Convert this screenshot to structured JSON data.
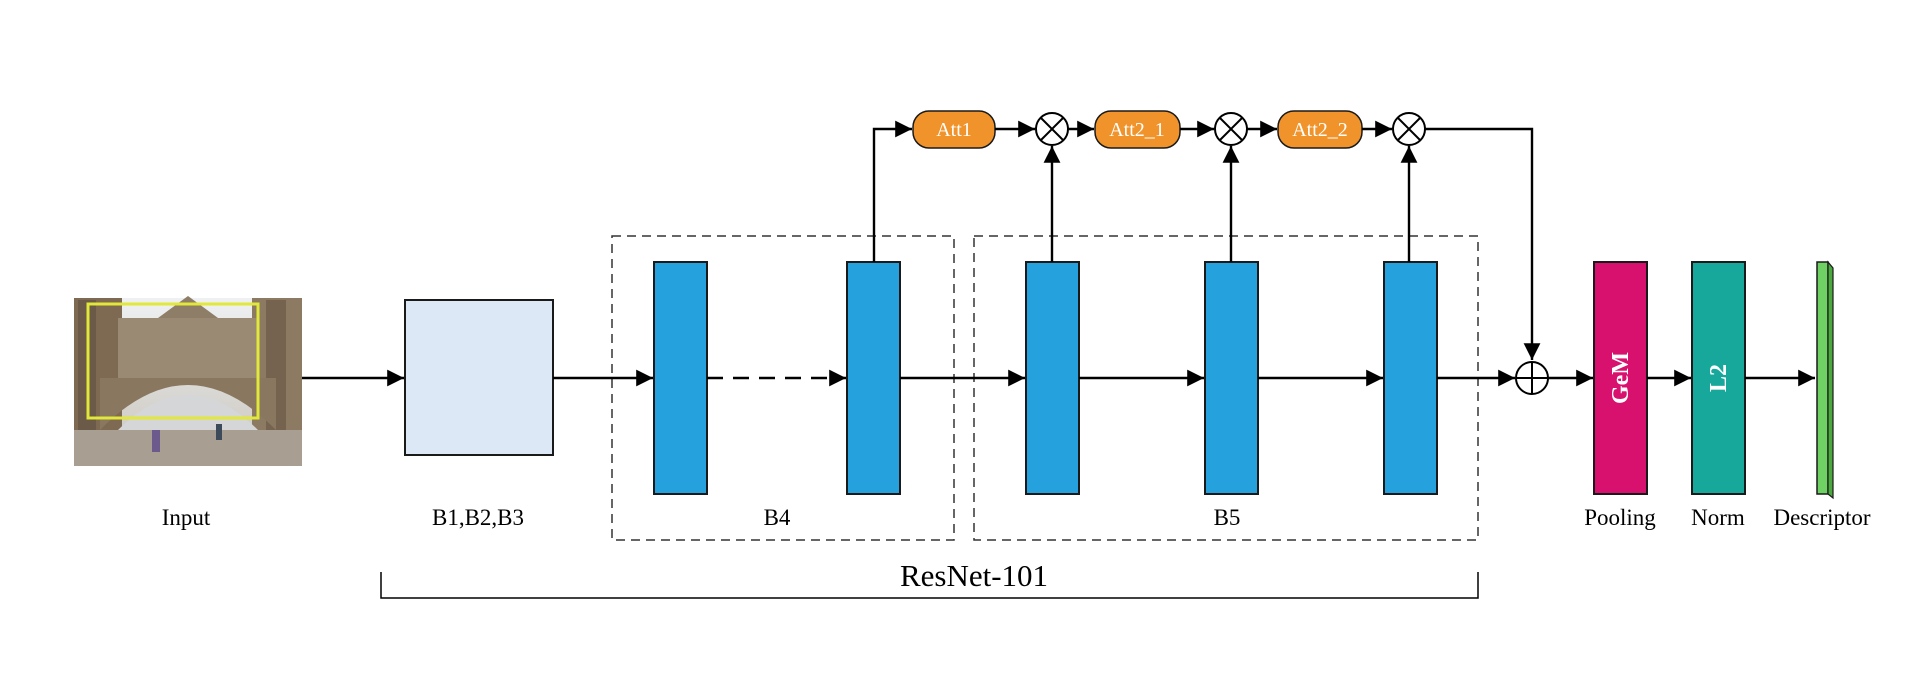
{
  "labels": {
    "input": "Input",
    "b123": "B1,B2,B3",
    "b4": "B4",
    "b5": "B5",
    "resnet": "ResNet-101",
    "pooling": "Pooling",
    "norm": "Norm",
    "descriptor": "Descriptor"
  },
  "attention": {
    "att1": "Att1",
    "att2_1": "Att2_1",
    "att2_2": "Att2_2"
  },
  "heads": {
    "gem": "GeM",
    "l2": "L2"
  },
  "colors": {
    "resnet_block": "#25a1dd",
    "early_block": "#dce8f5",
    "attention": "#f0932b",
    "gem": "#d8106e",
    "norm": "#18a89b",
    "descriptor": "#6fd163",
    "input_frame": "#e2e83a"
  },
  "icons": {
    "multiply": "circle-times-icon",
    "add": "circle-plus-icon",
    "photo": "bridge-photo-icon"
  }
}
